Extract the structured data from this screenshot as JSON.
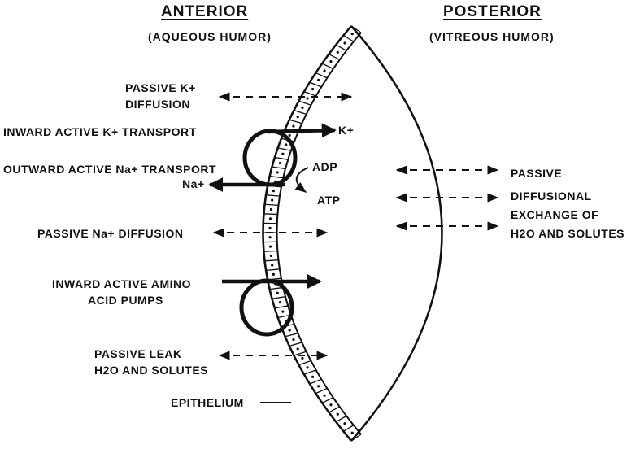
{
  "headers": {
    "anterior": "ANTERIOR",
    "anterior_sub": "(AQUEOUS HUMOR)",
    "posterior": "POSTERIOR",
    "posterior_sub": "(VITREOUS HUMOR)"
  },
  "left_labels": {
    "passive_k_line1": "PASSIVE K+",
    "passive_k_line2": "DIFFUSION",
    "inward_k": "INWARD ACTIVE K+ TRANSPORT",
    "k_out": "K+",
    "outward_na": "OUTWARD ACTIVE Na+ TRANSPORT",
    "na_out": "Na+",
    "adp": "ADP",
    "atp": "ATP",
    "passive_na": "PASSIVE Na+ DIFFUSION",
    "amino_line1": "INWARD ACTIVE AMINO",
    "amino_line2": "ACID PUMPS",
    "leak_line1": "PASSIVE LEAK",
    "leak_line2": "H2O AND SOLUTES",
    "epithelium": "EPITHELIUM"
  },
  "right_labels": {
    "line1": "PASSIVE",
    "line2": "DIFFUSIONAL",
    "line3": "EXCHANGE OF",
    "line4": "H2O AND SOLUTES"
  },
  "colors": {
    "ink": "#111111",
    "background": "#ffffff"
  }
}
